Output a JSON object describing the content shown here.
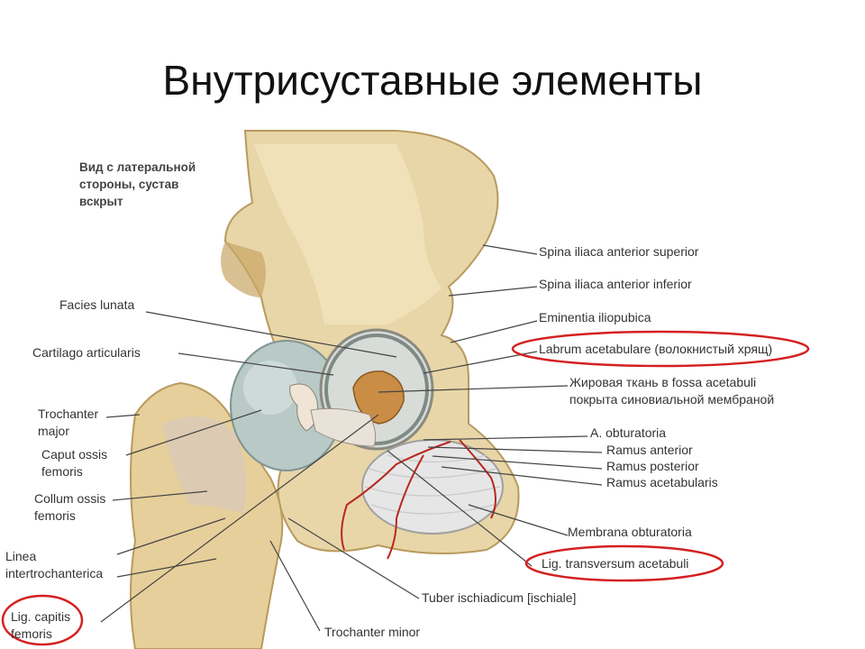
{
  "slide": {
    "title": "Внутрисуставные элементы"
  },
  "diagram": {
    "view_note": [
      "Вид с латеральной",
      "стороны, сустав",
      "вскрыт"
    ],
    "labels_right": [
      "Spina iliaca anterior superior",
      "Spina iliaca anterior inferior",
      "Eminentia iliopubica",
      "Labrum acetabulare (волокнистый хрящ)",
      "Жировая ткань в fossa acetabuli",
      "покрыта синовиальной мембраной",
      "A. obturatoria",
      "Ramus anterior",
      "Ramus posterior",
      "Ramus acetabularis",
      "Membrana obturatoria",
      "Lig. transversum acetabuli",
      "Tuber ischiadicum [ischiale]",
      "Trochanter minor"
    ],
    "labels_left": [
      "Facies lunata",
      "Cartilago articularis",
      "Trochanter",
      "major",
      "Caput ossis",
      "femoris",
      "Collum ossis",
      "femoris",
      "Linea",
      "intertrochanterica",
      "Lig. capitis",
      "femoris"
    ],
    "highlight_color": "#d42020"
  }
}
